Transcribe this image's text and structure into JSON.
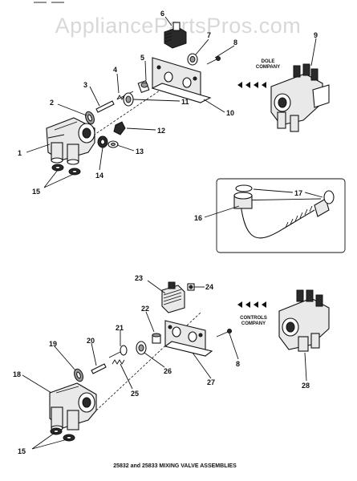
{
  "watermark": "AppliancePartsPros.com",
  "caption": "25832 and 25833 MIXING VALVE ASSEMBLIES",
  "companies": {
    "dole": [
      "DOLE",
      "COMPANY"
    ],
    "controls": [
      "CONTROLS",
      "COMPANY"
    ]
  },
  "callouts": {
    "c1": "1",
    "c2": "2",
    "c3": "3",
    "c4": "4",
    "c5": "5",
    "c6": "6",
    "c7": "7",
    "c8a": "8",
    "c8b": "8",
    "c9": "9",
    "c10": "10",
    "c11": "11",
    "c12": "12",
    "c13": "13",
    "c14": "14",
    "c15a": "15",
    "c15b": "15",
    "c16": "16",
    "c17": "17",
    "c18": "18",
    "c19": "19",
    "c20": "20",
    "c21": "21",
    "c22": "22",
    "c23": "23",
    "c24": "24",
    "c25": "25",
    "c26": "26",
    "c27": "27",
    "c28": "28"
  }
}
